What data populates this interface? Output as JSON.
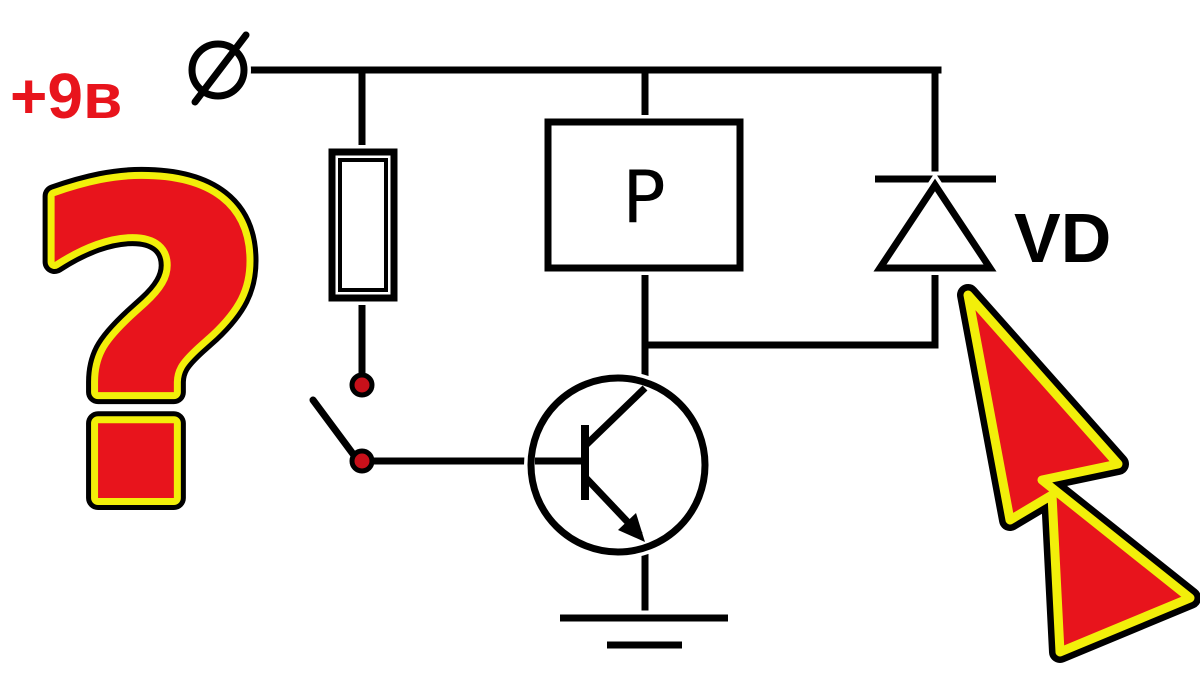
{
  "labels": {
    "supply_voltage": "+9в",
    "relay": "Р",
    "diode": "VD"
  },
  "annotations": {
    "question_mark": "?"
  },
  "colors": {
    "wire": "#000000",
    "accent_red": "#e8141c",
    "accent_yellow": "#f2ef0a",
    "background": "#ffffff"
  }
}
